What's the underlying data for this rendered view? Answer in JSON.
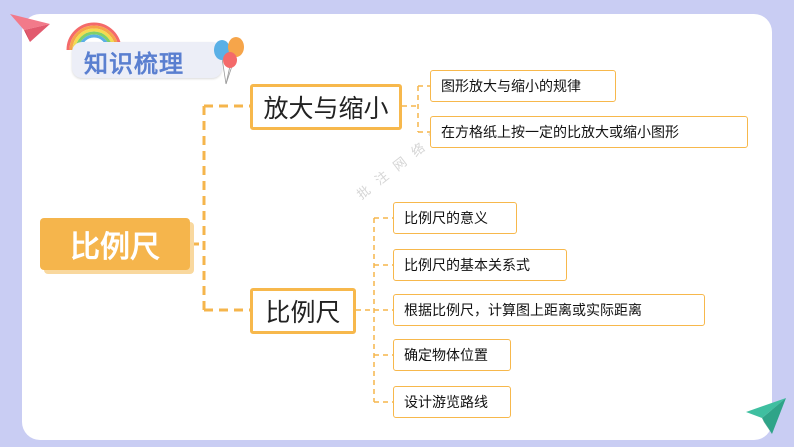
{
  "header": {
    "title": "知识梳理"
  },
  "root": {
    "label": "比例尺"
  },
  "branches": [
    {
      "label": "放大与缩小",
      "items": [
        "图形放大与缩小的规律",
        "在方格纸上按一定的比放大或缩小图形"
      ]
    },
    {
      "label": "比例尺",
      "items": [
        "比例尺的意义",
        "比例尺的基本关系式",
        "根据比例尺，计算图上距离或实际距离",
        "确定物体位置",
        "设计游览路线"
      ]
    }
  ],
  "watermark": "批注网络路",
  "colors": {
    "background": "#c9cdf3",
    "accent": "#f5b54c",
    "title": "#5a7fd0"
  },
  "icons": [
    "paper-plane-icon",
    "rainbow-icon",
    "balloons-icon"
  ]
}
